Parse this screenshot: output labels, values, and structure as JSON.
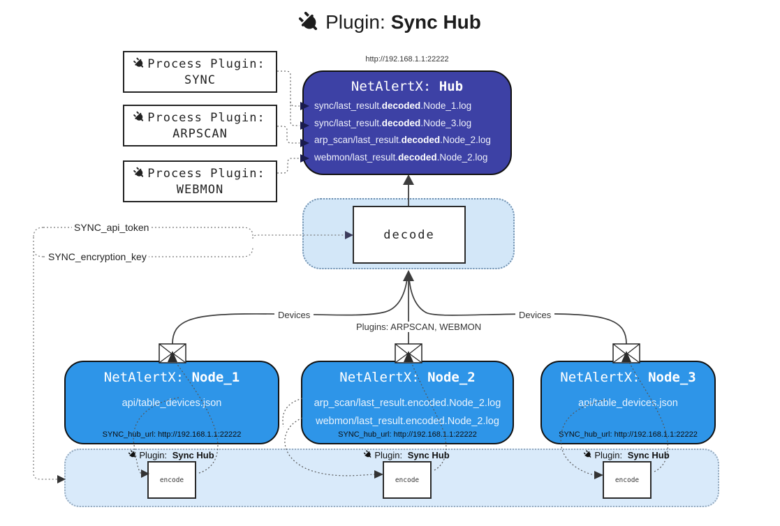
{
  "title": {
    "prefix": "Plugin:",
    "name": "Sync Hub"
  },
  "process_plugins": [
    {
      "label": "Process Plugin:",
      "name": "SYNC"
    },
    {
      "label": "Process Plugin:",
      "name": "ARPSCAN"
    },
    {
      "label": "Process Plugin:",
      "name": "WEBMON"
    }
  ],
  "hub": {
    "url": "http://192.168.1.1:22222",
    "name_prefix": "NetAlertX:",
    "name": "Hub",
    "logs": [
      {
        "pre": "sync/last_result.",
        "emph": "decoded",
        "post": ".Node_1.log"
      },
      {
        "pre": "sync/last_result.",
        "emph": "decoded",
        "post": ".Node_3.log"
      },
      {
        "pre": "arp_scan/last_result.",
        "emph": "decoded",
        "post": ".Node_2.log"
      },
      {
        "pre": "webmon/last_result.",
        "emph": "decoded",
        "post": ".Node_2.log"
      }
    ]
  },
  "decode": {
    "label": "decode"
  },
  "secrets": {
    "api_token": "SYNC_api_token",
    "encryption_key": "SYNC_encryption_key"
  },
  "edge_labels": {
    "devices_left": "Devices",
    "plugins": "Plugins: ARPSCAN, WEBMON",
    "devices_right": "Devices"
  },
  "nodes": [
    {
      "name_prefix": "NetAlertX:",
      "name": "Node_1",
      "files": [
        "api/table_devices.json"
      ],
      "hub_url": "SYNC_hub_url: http://192.168.1.1:22222"
    },
    {
      "name_prefix": "NetAlertX:",
      "name": "Node_2",
      "files": [
        "arp_scan/last_result.encoded.Node_2.log",
        "webmon/last_result.encoded.Node_2.log"
      ],
      "hub_url": "SYNC_hub_url: http://192.168.1.1:22222"
    },
    {
      "name_prefix": "NetAlertX:",
      "name": "Node_3",
      "files": [
        "api/table_devices.json"
      ],
      "hub_url": "SYNC_hub_url: http://192.168.1.1:22222"
    }
  ],
  "encoders": [
    {
      "plugin_prefix": "Plugin:",
      "plugin_name": "Sync Hub",
      "label": "encode"
    },
    {
      "plugin_prefix": "Plugin:",
      "plugin_name": "Sync Hub",
      "label": "encode"
    },
    {
      "plugin_prefix": "Plugin:",
      "plugin_name": "Sync Hub",
      "label": "encode"
    }
  ],
  "colors": {
    "hub": "#3d41a5",
    "node": "#2e95e8",
    "panel": "#d3e7f8",
    "band": "#d9eafa",
    "line": "#3c3c3c"
  }
}
